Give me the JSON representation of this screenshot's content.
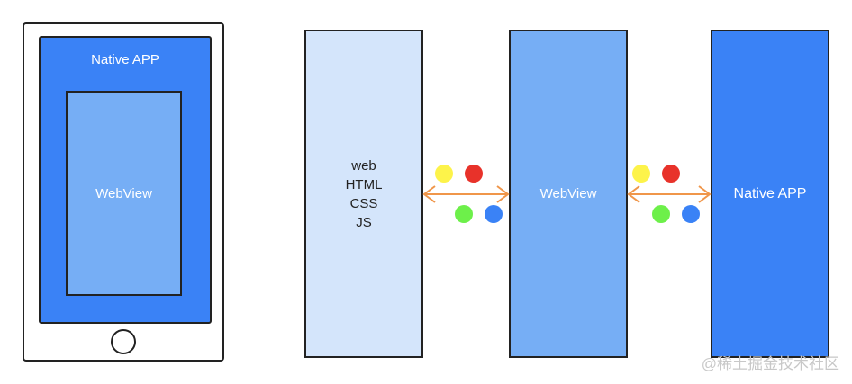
{
  "phone": {
    "native_label": "Native APP",
    "webview_label": "WebView"
  },
  "flow": {
    "web_box": {
      "lines": [
        "web",
        "HTML",
        "CSS",
        "JS"
      ]
    },
    "webview_box": {
      "label": "WebView"
    },
    "native_box": {
      "label": "Native APP"
    }
  },
  "colors": {
    "light": "#d4e5fb",
    "mid": "#76aef5",
    "dark": "#3a82f6",
    "arrow": "#f0964a",
    "yellow": "#fdf34a",
    "red": "#e8322a",
    "green": "#6df04a",
    "blue": "#3a82f6"
  },
  "watermark": "@稀土掘金技术社区"
}
